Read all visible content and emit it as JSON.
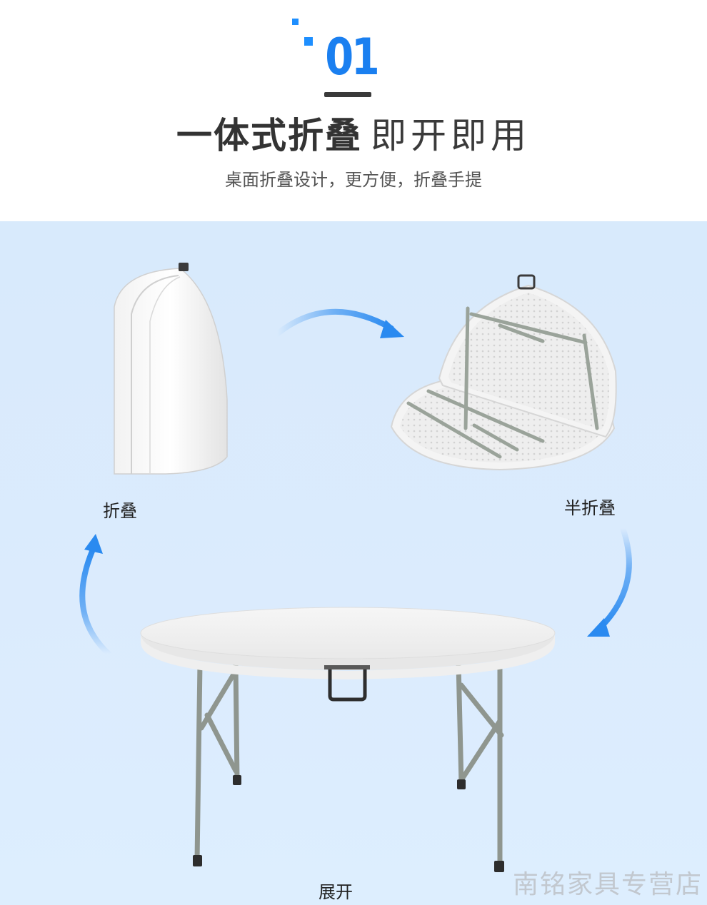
{
  "header": {
    "number": "01",
    "title_bold": "一体式折叠",
    "title_light": "即开即用",
    "subtitle": "桌面折叠设计，更方便，折叠手提"
  },
  "states": {
    "folded": "折叠",
    "half_folded": "半折叠",
    "unfolded": "展开"
  },
  "watermark": "南铭家具专营店",
  "colors": {
    "accent": "#1a7ff0",
    "panel_background": "#dbebfd",
    "arrow": "#2a8af0"
  }
}
